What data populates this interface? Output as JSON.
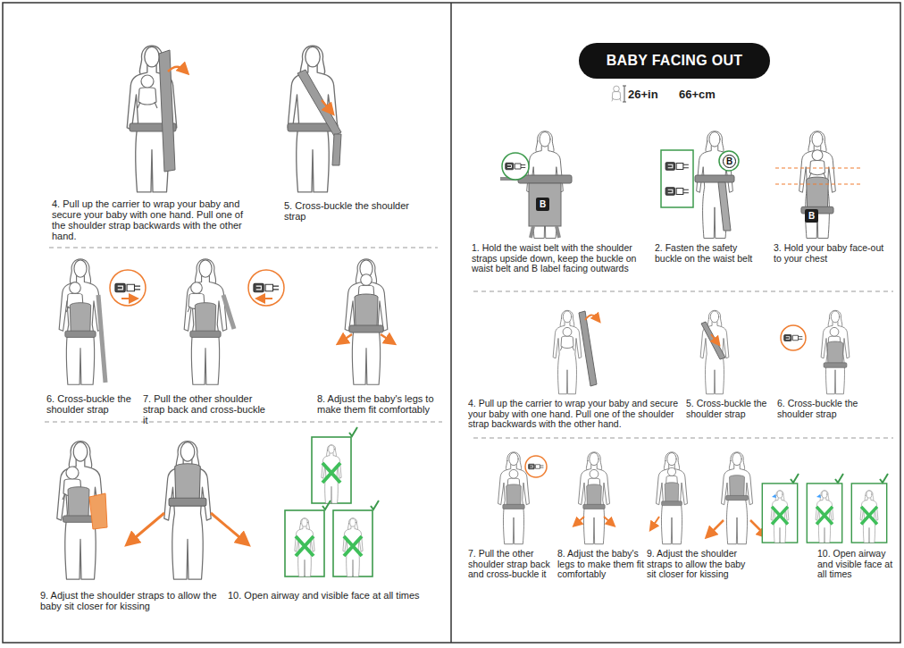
{
  "diagram": {
    "nodes": [
      {
        "text": [
          "BABY FACING OUT"
        ]
      },
      {
        "text": [
          "B"
        ]
      },
      {
        "text": [
          "B"
        ]
      },
      {
        "text": [
          "B"
        ]
      }
    ],
    "labels": [
      "4. Pull up the carrier to wrap your baby and secure your baby with one hand. Pull one of the shoulder strap backwards with the other hand.",
      "5. Cross-buckle the shoulder strap",
      "6. Cross-buckle the shoulder strap",
      "7. Pull the other shoulder strap back and cross-buckle it",
      "8. Adjust the baby's legs to make them fit comfortably",
      "9. Adjust the shoulder straps to allow the baby sit closer for kissing",
      "10. Open airway and visible face at all times",
      "26+in",
      "66+cm",
      "1. Hold the waist belt with the shoulder straps upside down, keep the buckle on waist belt and B label facing outwards",
      "2. Fasten the safety buckle on the waist belt",
      "3. Hold your baby face-out to your chest",
      "4. Pull up the carrier to wrap your baby and secure your baby with one hand. Pull one of the shoulder strap backwards with the other hand.",
      "5. Cross-buckle the shoulder strap",
      "6. Cross-buckle the shoulder strap",
      "7. Pull the other shoulder strap back and cross-buckle it",
      "8. Adjust the baby's legs to make them fit comfortably",
      "9. Adjust the shoulder straps to allow the baby sit closer for kissing",
      "10. Open airway and visible face at all times"
    ]
  }
}
